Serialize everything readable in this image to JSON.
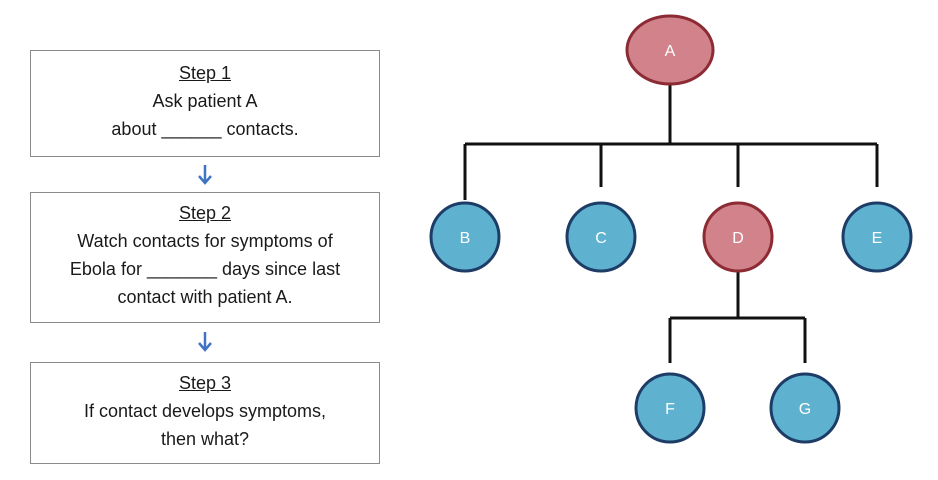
{
  "steps": [
    {
      "title": "Step 1",
      "lines": [
        "Ask patient A",
        "about ______ contacts."
      ]
    },
    {
      "title": "Step 2",
      "lines": [
        "Watch contacts for symptoms of",
        "Ebola for _______ days since last",
        "contact with patient A."
      ]
    },
    {
      "title": "Step 3",
      "lines": [
        "If contact develops symptoms,",
        "then what?"
      ]
    }
  ],
  "tree": {
    "nodes": [
      {
        "label": "A",
        "status": "ill"
      },
      {
        "label": "B",
        "status": "contact"
      },
      {
        "label": "C",
        "status": "contact"
      },
      {
        "label": "D",
        "status": "ill"
      },
      {
        "label": "E",
        "status": "contact"
      },
      {
        "label": "F",
        "status": "contact"
      },
      {
        "label": "G",
        "status": "contact"
      }
    ],
    "edges": [
      [
        "A",
        "B"
      ],
      [
        "A",
        "C"
      ],
      [
        "A",
        "D"
      ],
      [
        "A",
        "E"
      ],
      [
        "D",
        "F"
      ],
      [
        "D",
        "G"
      ]
    ]
  },
  "colors": {
    "ill_fill": "#d2828a",
    "ill_stroke": "#8c2b33",
    "contact_fill": "#5fb2cf",
    "contact_stroke": "#1d3d66",
    "connector": "#111111",
    "arrow": "#3f74c5"
  }
}
